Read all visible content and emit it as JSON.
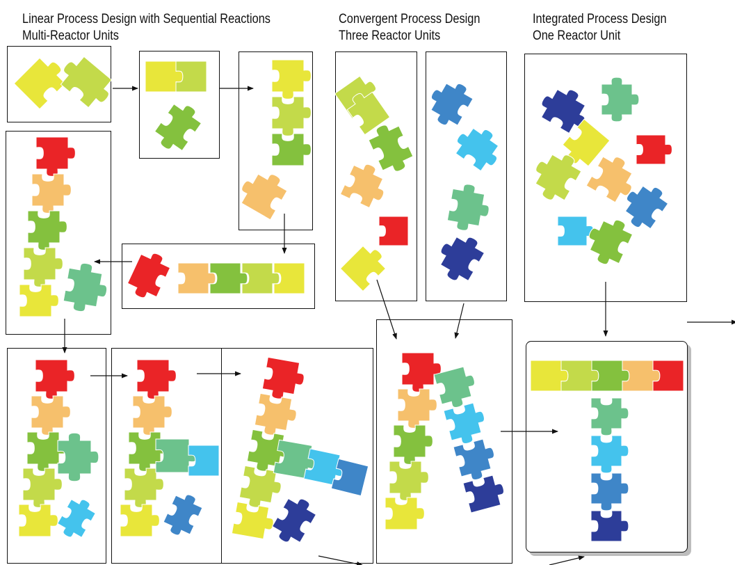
{
  "headings": {
    "linear_title": "Linear Process Design with Sequential Reactions",
    "linear_subtitle": "Multi-Reactor Units",
    "convergent_title": "Convergent Process Design",
    "convergent_subtitle": "Three Reactor Units",
    "integrated_title": "Integrated Process Design",
    "integrated_subtitle": "One Reactor Unit"
  },
  "colors": {
    "yellow": "#e8e63a",
    "yellow_green": "#c3da4a",
    "green": "#84c13e",
    "orange": "#f6c06c",
    "red": "#ea2427",
    "teal_green": "#6cc28c",
    "light_blue": "#44c3ed",
    "mid_blue": "#3f86c8",
    "dark_blue": "#2d3d99",
    "outline": "#111111"
  },
  "pieces": {
    "linear": [
      "yellow",
      "yellow_green",
      "green",
      "orange",
      "red"
    ],
    "convergent_branch_a": [
      "yellow_green",
      "yellow_green",
      "green",
      "orange",
      "red",
      "yellow"
    ],
    "convergent_branch_b": [
      "mid_blue",
      "light_blue",
      "teal_green",
      "dark_blue"
    ],
    "integrated": [
      "dark_blue",
      "teal_green",
      "yellow",
      "red",
      "yellow_green",
      "orange",
      "mid_blue",
      "light_blue",
      "green"
    ]
  }
}
